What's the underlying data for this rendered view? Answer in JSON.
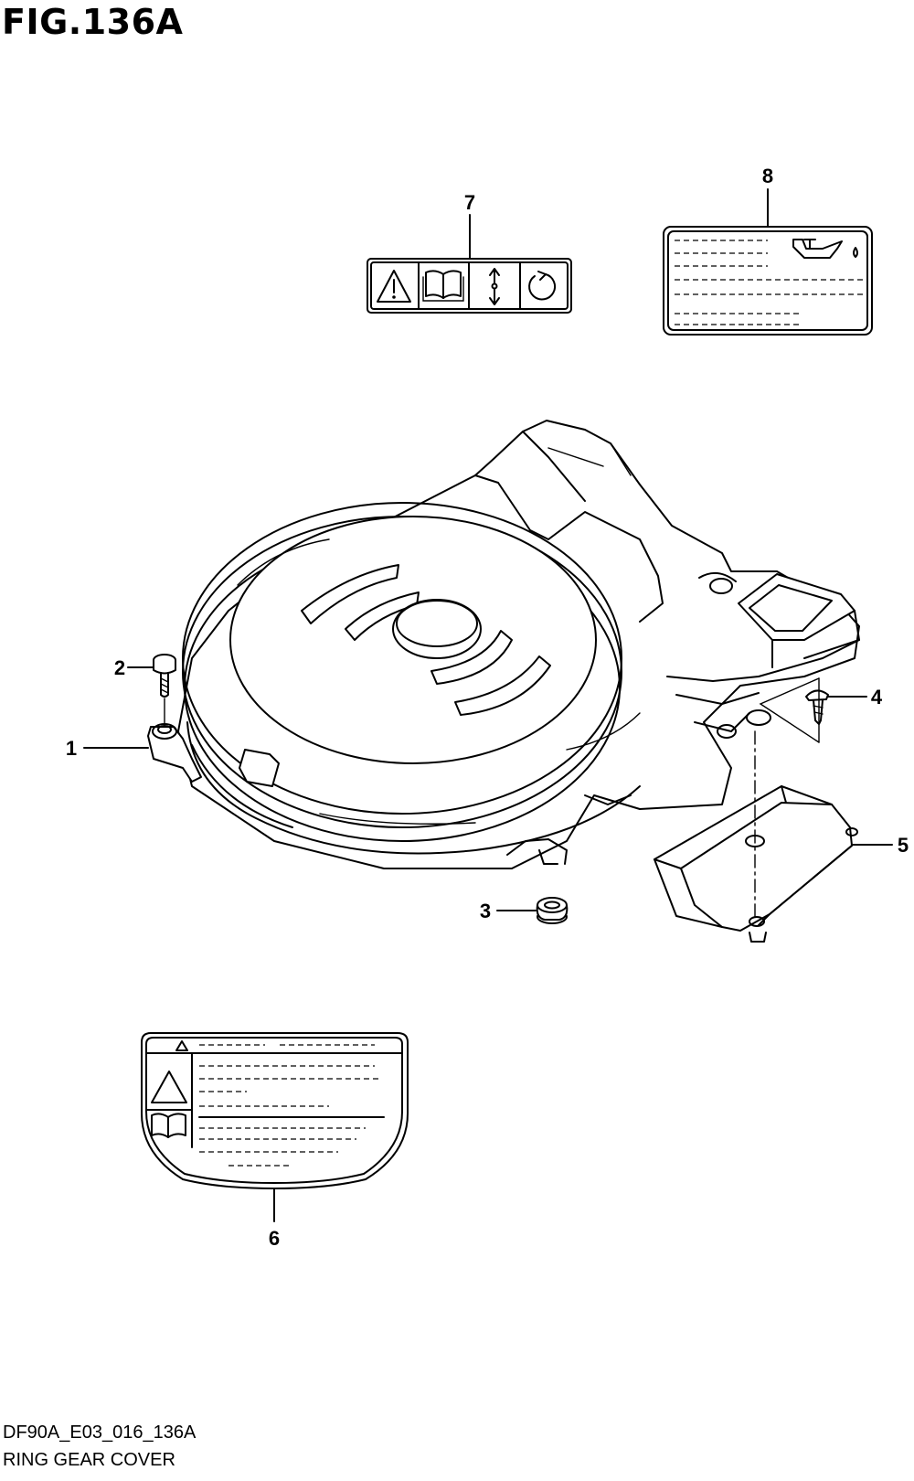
{
  "figure": {
    "title": "FIG.136A",
    "code": "DF90A_E03_016_136A",
    "name": "RING GEAR COVER"
  },
  "callouts": [
    {
      "id": "1",
      "label": "1"
    },
    {
      "id": "2",
      "label": "2"
    },
    {
      "id": "3",
      "label": "3"
    },
    {
      "id": "4",
      "label": "4"
    },
    {
      "id": "5",
      "label": "5"
    },
    {
      "id": "6",
      "label": "6"
    },
    {
      "id": "7",
      "label": "7"
    },
    {
      "id": "8",
      "label": "8"
    }
  ],
  "icons": [
    "warning-triangle-icon",
    "manual-book-icon",
    "up-down-arrow-icon",
    "rotation-arrow-icon",
    "oil-can-icon"
  ]
}
